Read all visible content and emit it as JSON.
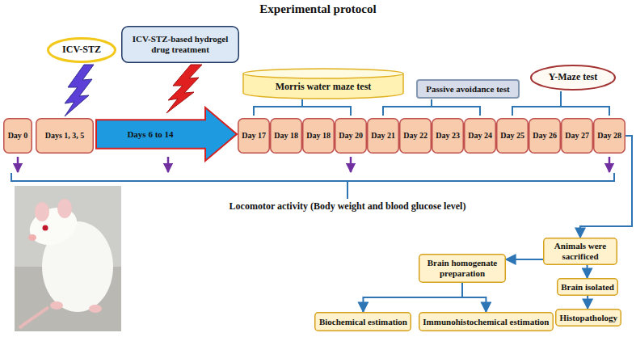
{
  "diagram": {
    "title": "Experimental protocol",
    "nodes": [
      {
        "text": [
          "ICV-STZ"
        ]
      },
      {
        "text": [
          "ICV-STZ-based hydrogel drug treatment"
        ]
      },
      {
        "text": [
          "Morris water maze test"
        ]
      },
      {
        "text": [
          "Passive avoidance test"
        ]
      },
      {
        "text": [
          "Y-Maze test"
        ]
      },
      {
        "text": [
          "Day 0"
        ]
      },
      {
        "text": [
          "Days 1, 3, 5"
        ]
      },
      {
        "text": [
          "Days 6 to 14"
        ]
      },
      {
        "text": [
          "Day 17"
        ]
      },
      {
        "text": [
          "Day 18"
        ]
      },
      {
        "text": [
          "Day 18"
        ]
      },
      {
        "text": [
          "Day 20"
        ]
      },
      {
        "text": [
          "Day 21"
        ]
      },
      {
        "text": [
          "Day 22"
        ]
      },
      {
        "text": [
          "Day 23"
        ]
      },
      {
        "text": [
          "Day 24"
        ]
      },
      {
        "text": [
          "Day 25"
        ]
      },
      {
        "text": [
          "Day 26"
        ]
      },
      {
        "text": [
          "Day 27"
        ]
      },
      {
        "text": [
          "Day 28"
        ]
      },
      {
        "text": [
          "Animals were sacrificed"
        ]
      },
      {
        "text": [
          "Brain homogenate preparation"
        ]
      },
      {
        "text": [
          "Brain isolated"
        ]
      },
      {
        "text": [
          "Histopathology"
        ]
      },
      {
        "text": [
          "Biochemical estimation"
        ]
      },
      {
        "text": [
          "Immunohistochemical estimation"
        ]
      }
    ],
    "edges": [
      {
        "from": 19,
        "to": 20,
        "arrow": "to"
      },
      {
        "from": 20,
        "to": 21,
        "arrow": "to"
      },
      {
        "from": 20,
        "to": 22,
        "arrow": "to"
      },
      {
        "from": 22,
        "to": 23,
        "arrow": "to"
      },
      {
        "from": 21,
        "to": 24,
        "arrow": "to"
      },
      {
        "from": 21,
        "to": 25,
        "arrow": "to"
      }
    ],
    "labels": [
      "Locomotor activity (Body weight and blood glucose level)"
    ]
  }
}
